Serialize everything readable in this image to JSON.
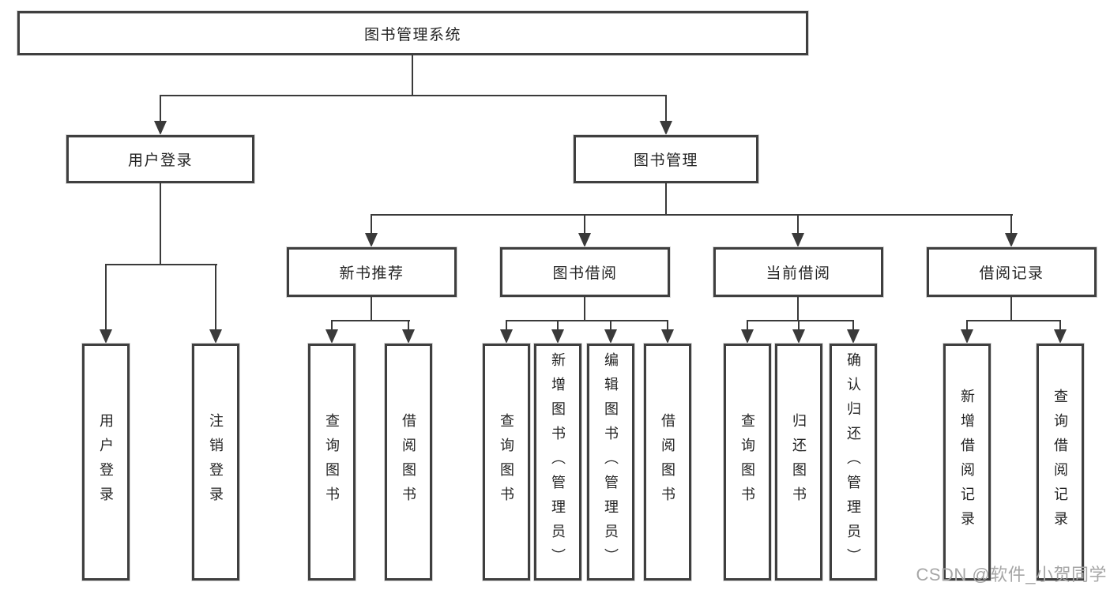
{
  "colors": {
    "background": "#ffffff",
    "box_border": "#3f3f3f",
    "line": "#3a3a3a",
    "text": "#242424",
    "watermark": "#a6a6a6"
  },
  "tree": {
    "root": {
      "label": "图书管理系统"
    },
    "branches": [
      {
        "label": "用户登录",
        "children": [
          {
            "label": "用户登录"
          },
          {
            "label": "注销登录"
          }
        ]
      },
      {
        "label": "图书管理",
        "children": [
          {
            "label": "新书推荐",
            "children": [
              {
                "label": "查询图书"
              },
              {
                "label": "借阅图书"
              }
            ]
          },
          {
            "label": "图书借阅",
            "children": [
              {
                "label": "查询图书"
              },
              {
                "label": "新增图书（管理员）"
              },
              {
                "label": "编辑图书（管理员）"
              },
              {
                "label": "借阅图书"
              }
            ]
          },
          {
            "label": "当前借阅",
            "children": [
              {
                "label": "查询图书"
              },
              {
                "label": "归还图书"
              },
              {
                "label": "确认归还（管理员）"
              }
            ]
          },
          {
            "label": "借阅记录",
            "children": [
              {
                "label": "新增借阅记录"
              },
              {
                "label": "查询借阅记录"
              }
            ]
          }
        ]
      }
    ]
  },
  "watermark": {
    "text": "CSDN @软件_小贺同学"
  }
}
